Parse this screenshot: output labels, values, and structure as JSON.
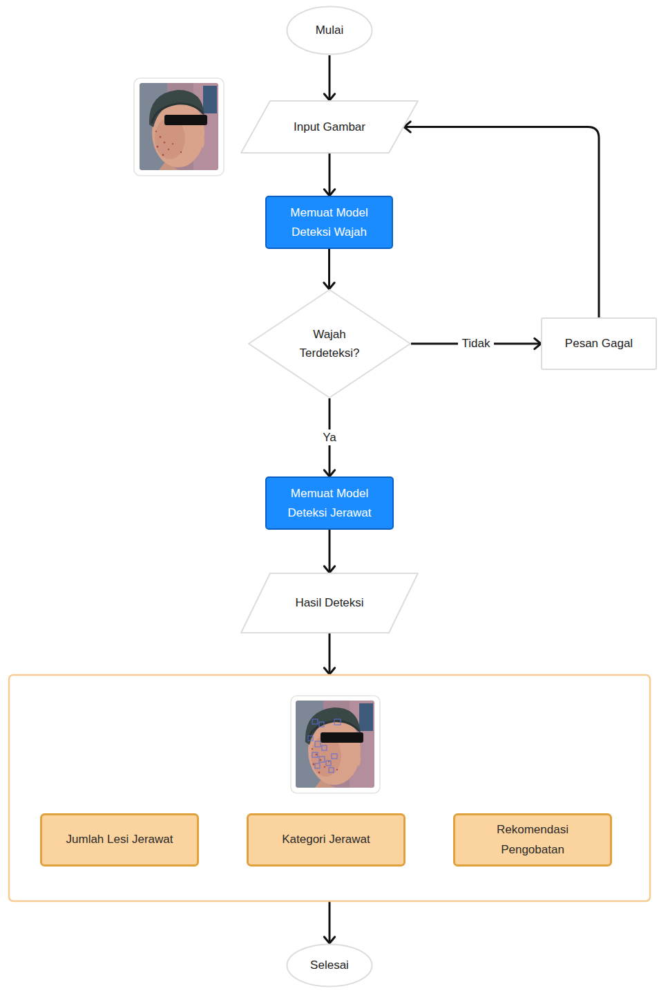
{
  "diagram": {
    "nodes": [
      {
        "text": [
          "Mulai"
        ]
      },
      {
        "text": [
          "Input Gambar"
        ]
      },
      {
        "text": [
          "Memuat Model Deteksi Wajah"
        ]
      },
      {
        "text": [
          "Wajah Terdeteksi?"
        ]
      },
      {
        "text": [
          "Pesan Gagal"
        ]
      },
      {
        "text": [
          "Memuat Model Deteksi Jerawat"
        ]
      },
      {
        "text": [
          "Hasil Deteksi"
        ]
      },
      {
        "text": []
      },
      {
        "text": [
          "Jumlah Lesi Jerawat"
        ],
        "in": 7
      },
      {
        "text": [
          "Kategori Jerawat"
        ],
        "in": 7
      },
      {
        "text": [
          "Rekomendasi Pengobatan"
        ],
        "in": 7
      },
      {
        "text": [
          "Selesai"
        ]
      }
    ],
    "edges": [
      {
        "from": 0,
        "to": 1,
        "arrow": "to"
      },
      {
        "from": 1,
        "to": 2,
        "arrow": "to"
      },
      {
        "from": 2,
        "to": 3,
        "arrow": "to"
      },
      {
        "from": 3,
        "to": 4,
        "label": "Tidak",
        "arrow": "to"
      },
      {
        "from": 4,
        "to": 1,
        "arrow": "to"
      },
      {
        "from": 3,
        "to": 5,
        "label": "Ya",
        "arrow": "to"
      },
      {
        "from": 5,
        "to": 6,
        "arrow": "to"
      },
      {
        "from": 6,
        "to": 7,
        "arrow": "to"
      },
      {
        "from": 7,
        "to": 11,
        "arrow": "to"
      }
    ]
  }
}
